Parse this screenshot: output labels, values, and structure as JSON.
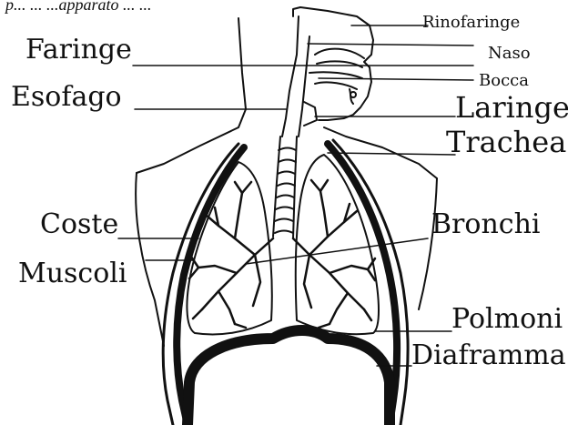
{
  "caption_fragment": "p... ... ...apparato ... ...",
  "labels": {
    "rinofaringe": "Rinofaringe",
    "naso": "Naso",
    "bocca": "Bocca",
    "faringe": "Faringe",
    "esofago": "Esofago",
    "laringe": "Laringe",
    "trachea": "Trachea",
    "coste": "Coste",
    "muscoli": "Muscoli",
    "bronchi": "Bronchi",
    "polmoni": "Polmoni",
    "diaframma": "Diaframma"
  },
  "colors": {
    "ink": "#111111",
    "background": "#ffffff"
  }
}
